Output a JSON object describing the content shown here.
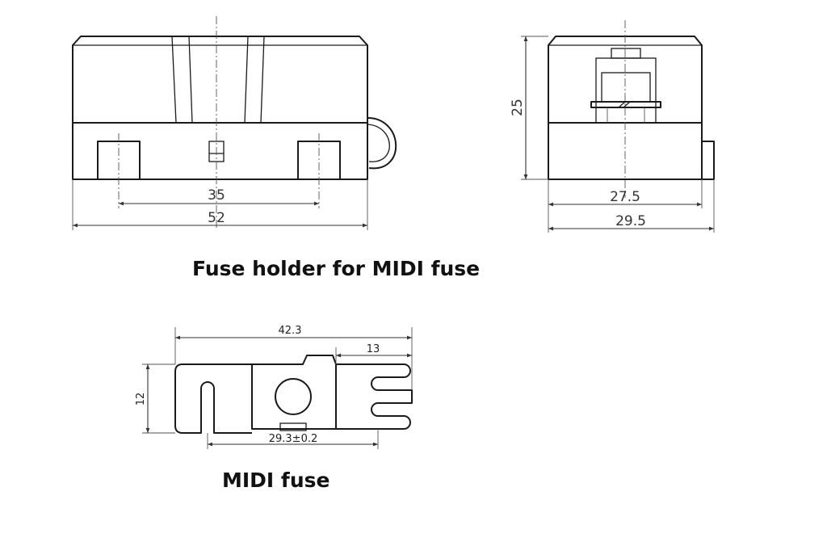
{
  "holder_front": {
    "overall_width": "52",
    "terminal_spacing": "35"
  },
  "holder_side": {
    "height": "25",
    "body_width": "27.5",
    "overall_width": "29.5"
  },
  "fuse": {
    "length": "42.3",
    "tab_length": "13",
    "width": "12",
    "hole_spacing": "29.3±0.2"
  },
  "captions": {
    "holder": "Fuse holder for MIDI fuse",
    "fuse": "MIDI fuse"
  }
}
